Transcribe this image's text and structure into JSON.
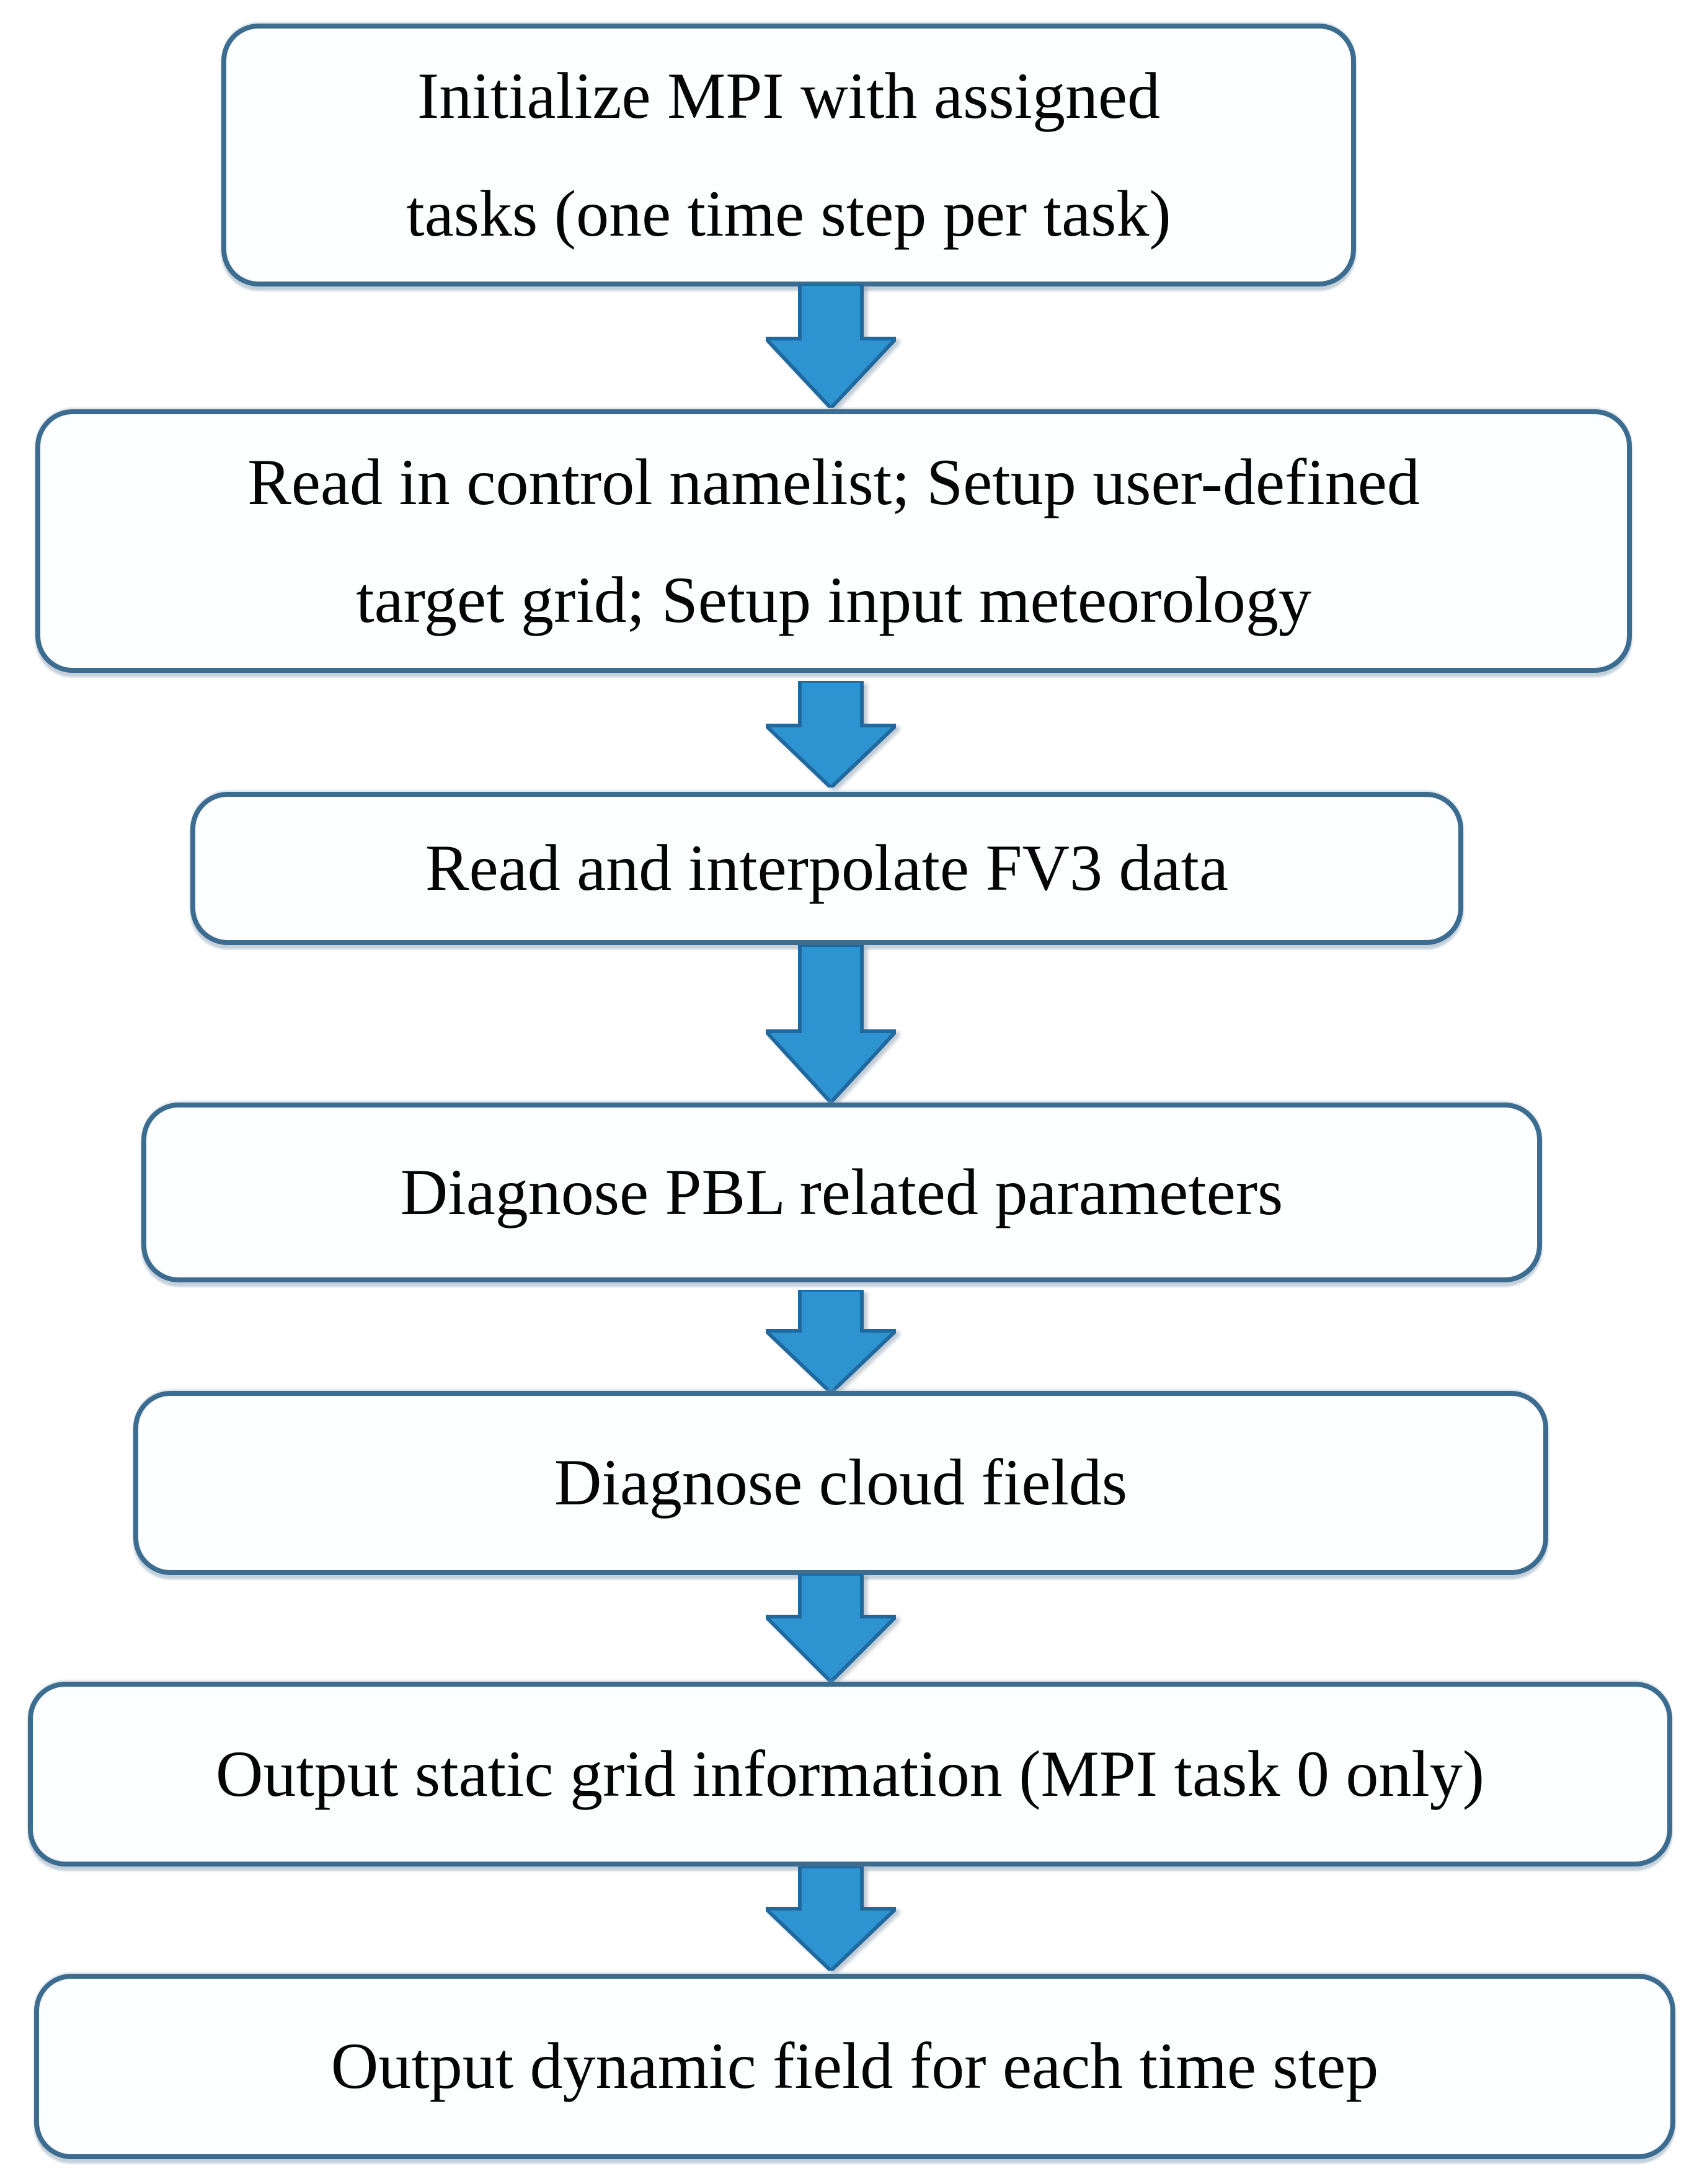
{
  "diagram": {
    "type": "flowchart",
    "direction": "top-down",
    "steps": [
      {
        "lines": [
          "Initialize MPI with assigned",
          "tasks (one time step per task)"
        ]
      },
      {
        "lines": [
          "Read in control namelist; Setup user-defined",
          "target grid; Setup input meteorology"
        ]
      },
      {
        "lines": [
          "Read and interpolate FV3 data"
        ]
      },
      {
        "lines": [
          "Diagnose PBL related parameters"
        ]
      },
      {
        "lines": [
          "Diagnose cloud fields"
        ]
      },
      {
        "lines": [
          "Output static grid information (MPI task 0 only)"
        ]
      },
      {
        "lines": [
          "Output dynamic field for each time step"
        ]
      }
    ],
    "connector_count": 6,
    "connector_glyph": "down-block-arrow",
    "colors": {
      "box_border": "#3c6c90",
      "box_fill": "#fcfeff",
      "arrow_fill": "#2e93d1",
      "arrow_stroke": "#20699f",
      "text": "#050505"
    }
  }
}
